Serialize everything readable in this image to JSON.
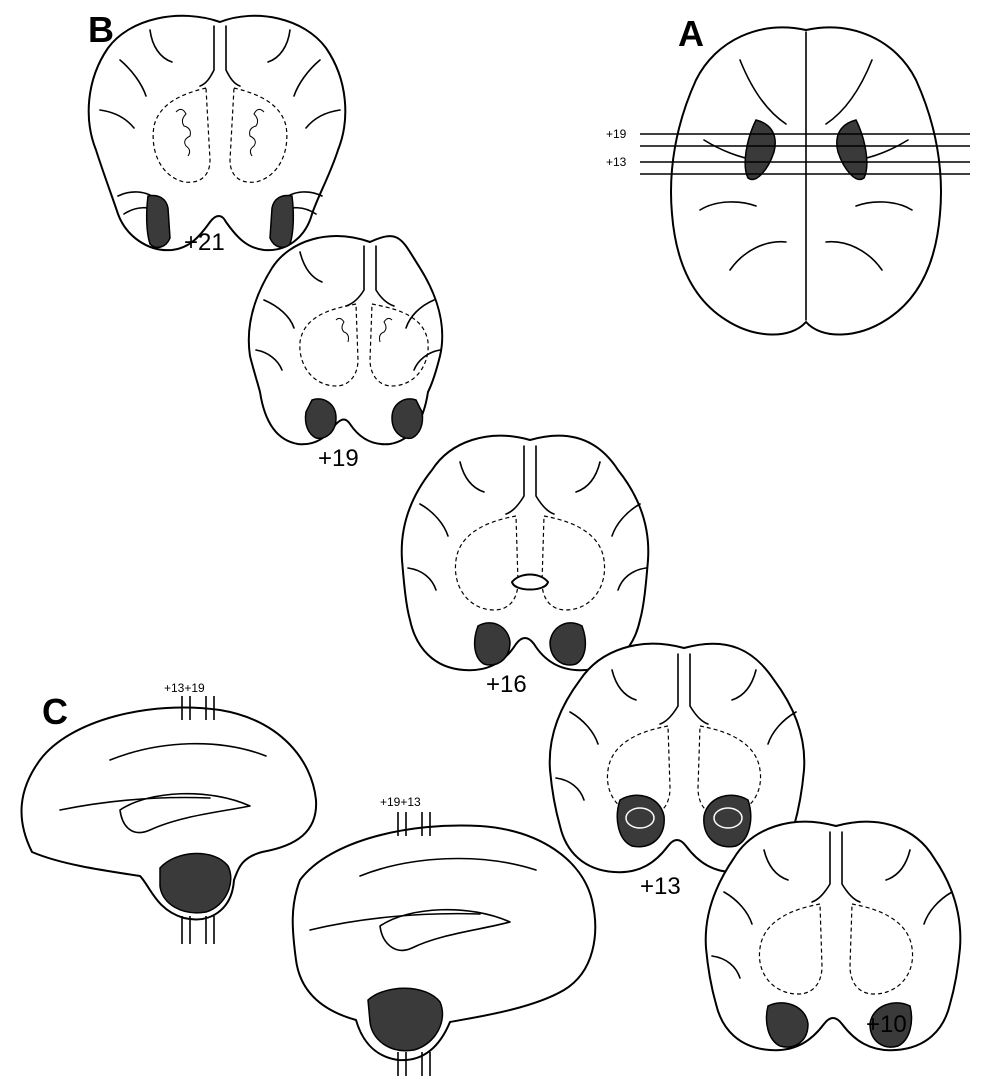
{
  "panels": {
    "A": {
      "letter": "A",
      "level_labels": [
        "+19",
        "+13"
      ]
    },
    "B": {
      "letter": "B",
      "sections": [
        "+21",
        "+19",
        "+16",
        "+13",
        "+10"
      ]
    },
    "C": {
      "letter": "C",
      "left_levels": "+13+19",
      "right_levels": "+19+13"
    }
  },
  "colors": {
    "line": "#000000",
    "lesion": "#3a3a3a",
    "background": "#ffffff"
  }
}
